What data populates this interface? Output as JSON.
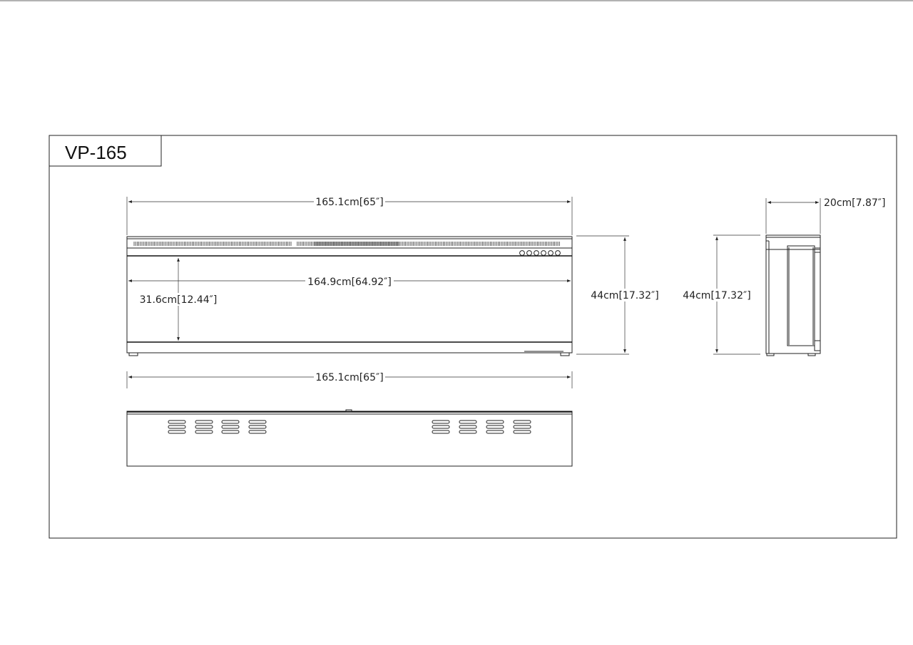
{
  "title": "VP-165",
  "front_view": {
    "overall_width": "165.1cm[65″]",
    "inner_width": "164.9cm[64.92″]",
    "inner_height": "31.6cm[12.44″]",
    "overall_height": "44cm[17.32″]",
    "control_buttons": 6
  },
  "side_view": {
    "depth": "20cm[7.87″]",
    "height": "44cm[17.32″]"
  },
  "top_view": {
    "overall_width": "165.1cm[65″]",
    "vent_groups": 8,
    "slots_per_vent": 3
  },
  "colors": {
    "line": "#222222",
    "background": "#ffffff"
  }
}
